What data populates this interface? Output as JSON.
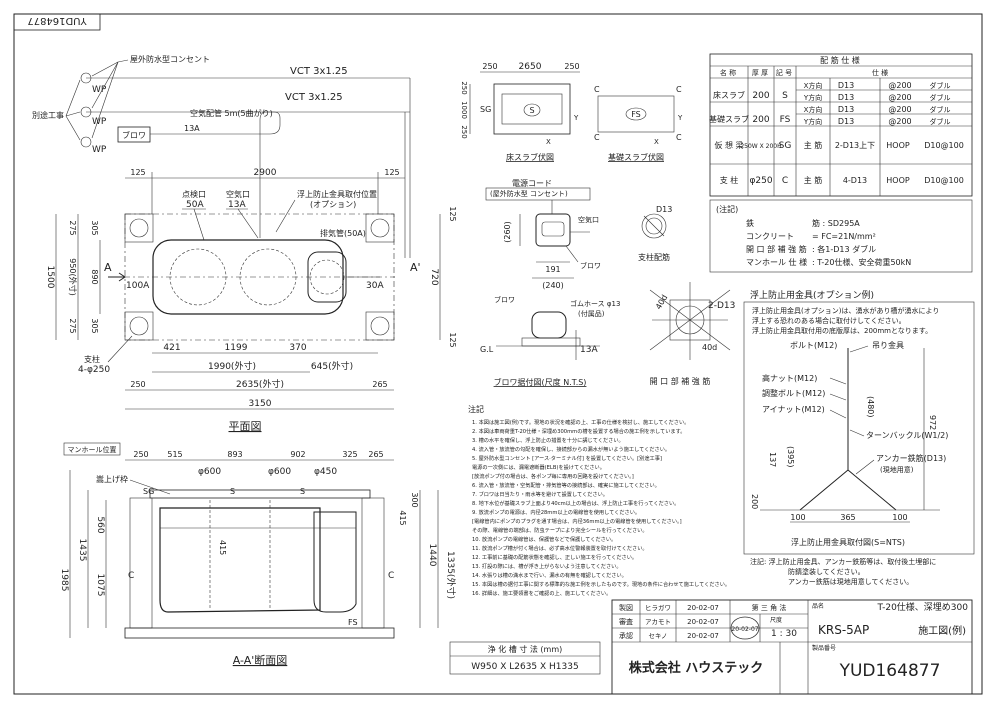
{
  "drawing_number_stamp": "YUD164877",
  "plan_view": {
    "title": "平面図",
    "outdoor_outlet": "屋外防水型コンセント",
    "separate_work": "別途工事",
    "wp": [
      "WP",
      "WP",
      "WP"
    ],
    "vct1": "VCT 3x1.25",
    "vct2": "VCT 3x1.25",
    "blower": "ブロワ",
    "air_pipe": "空気配管 5m(5曲がり)",
    "air_pipe_size": "13A",
    "top_dims": [
      "125",
      "2900",
      "125"
    ],
    "inspection_port": "点検口",
    "inspection_size": "50A",
    "air_port": "空気口",
    "air_port_size": "13A",
    "float_fitting": "浮上防止金具取付位置",
    "float_option": "(オプション)",
    "exhaust": "排気管(50A)",
    "inlet_size": "100A",
    "outlet_size": "30A",
    "left_dims": [
      "1500",
      "275",
      "305",
      "890",
      "950(外寸)",
      "305",
      "275"
    ],
    "right_dims": [
      "125",
      "720",
      "125"
    ],
    "section_a": "A",
    "section_a2": "A'",
    "pillar": "支柱",
    "pillar_spec": "4-φ250",
    "bottom_dims": [
      "421",
      "1199",
      "370",
      "1990(外寸)",
      "645(外寸)",
      "250",
      "2635(外寸)",
      "265",
      "3150"
    ]
  },
  "section_view": {
    "title": "A-A'断面図",
    "manhole_pos": "マンホール位置",
    "raise_frame": "嵩上げ枠",
    "top_dims": [
      "250",
      "515",
      "893",
      "902",
      "325",
      "265"
    ],
    "diameters": [
      "φ600",
      "φ600",
      "φ450"
    ],
    "labels_sg": "SG",
    "labels_s": "S",
    "labels_c": "C",
    "labels_fs": "FS",
    "left_dims": [
      "1985",
      "1435",
      "560",
      "1075"
    ],
    "mid_dim": "415",
    "right_dims": [
      "415",
      "300",
      "1440",
      "1335(外寸)"
    ]
  },
  "floor_slab": {
    "title": "床スラブ伏図",
    "dims": [
      "250",
      "2650",
      "250",
      "250",
      "1000",
      "250"
    ],
    "sg": "SG",
    "s": "S",
    "x": "X",
    "y": "Y"
  },
  "base_slab": {
    "title": "基礎スラブ伏図",
    "fs": "FS",
    "c": "C",
    "x": "X",
    "y": "Y"
  },
  "rebar_table": {
    "header_main": "配 筋 仕 様",
    "headers": [
      "名 称",
      "厚 厚",
      "記 号",
      "仕 様"
    ],
    "rows": [
      [
        "床スラブ",
        "200",
        "S",
        "X方向",
        "D13",
        "@200",
        "ダブル"
      ],
      [
        "",
        "",
        "",
        "Y方向",
        "D13",
        "@200",
        "ダブル"
      ],
      [
        "基礎スラブ",
        "200",
        "FS",
        "X方向",
        "D13",
        "@200",
        "ダブル"
      ],
      [
        "",
        "",
        "",
        "Y方向",
        "D13",
        "@200",
        "ダブル"
      ],
      [
        "仮 想 梁",
        "250W X 200H",
        "SG",
        "主 筋",
        "2-D13上下",
        "HOOP",
        "D10@100"
      ],
      [
        "支 柱",
        "φ250",
        "C",
        "主 筋",
        "4-D13",
        "HOOP",
        "D10@100"
      ]
    ]
  },
  "notes_spec": {
    "title": "(注記)",
    "items": [
      [
        "鉄",
        "筋 : SD295A"
      ],
      [
        "コンクリート",
        "= FC=21N/mm²"
      ],
      [
        "開 口 部 補 強 筋",
        ": 各1-D13 ダブル"
      ],
      [
        "マンホール 仕 様",
        ": T-20仕様、安全荷重50kN"
      ]
    ]
  },
  "blower_detail": {
    "power_cord": "電源コード",
    "outlet": "(屋外防水型 コンセント)",
    "air_port": "空気口",
    "blower": "ブロワ",
    "dims": [
      "(260)",
      "(240)",
      "191"
    ],
    "base_title": "ブロワ据付図(尺度 N.T.S)",
    "rubber_hose": "ゴムホース φ13",
    "attached": "(付属品)",
    "gl": "G.L",
    "size": "13A"
  },
  "pillar_rebar": {
    "title": "支柱配筋",
    "spec": "D13"
  },
  "opening_rebar": {
    "title": "開 口 部 補 強 筋",
    "spec": "2-D13",
    "d1": "40d",
    "d2": "40d"
  },
  "float_detail": {
    "title": "浮上防止用金具(オプション例)",
    "desc": [
      "浮上防止用金具(オプション)は、湧水があり槽が湧水により",
      "浮上する恐れのある場合に取付けしてください。",
      "浮上防止用金具取付用の底版厚は、200mmとなります。"
    ],
    "bolt": "ボルト(M12)",
    "hanger": "吊り金具",
    "high_nut": "高ナット(M12)",
    "adjust_bolt": "調整ボルト(M12)",
    "eye_nut": "アイナット(M12)",
    "turnbuckle": "ターンバックル(W1/2)",
    "anchor": "アンカー鉄筋(D13)",
    "anchor_site": "(現地用意)",
    "dims": [
      "(480)",
      "972",
      "137",
      "(395)",
      "200",
      "100",
      "365",
      "100"
    ],
    "sub_title": "浮上防止用金具取付図(S=NTS)",
    "note": [
      "注記: 浮上防止用金具、アンカー鉄筋等は、取付後土埋部に",
      "防錆塗装してください。",
      "アンカー鉄筋は現地用意してください。"
    ]
  },
  "general_notes": {
    "title": "注記",
    "lines": [
      "1. 本図は施工図(例)です。現地の状況を確認の上、工事の仕様を検討し、施工してください。",
      "2. 本図は車両荷重T-20仕様・深埋め300mmの槽を設置する場合の施工例を示しています。",
      "3. 槽の水平を確保し、浮上防止の措置を十分に講じてください。",
      "4. 流入管・放流管の勾配を確保し、接続部からの漏水が無いよう施工してください。",
      "5. 屋外防水型コンセント [アース·ターミナル付] を設置してください。[別途工事]",
      "   電源の一次側には、漏電遮断器(ELB)を設けてください。",
      "   [放流ポンプ付の場合は、各ポンプ毎に専用の回路を設けてください。]",
      "6. 流入管・放流管・空気配管・排気管等の接続部は、確実に施工してください。",
      "7. ブロワは日当たり・雨水等を避けて設置してください。",
      "8. 地下水位が基礎スラブ上面より40cm以上の場合は、浮上防止工事を行ってください。",
      "9. 放流ポンプの電源は、内径28mm以上の電線管を使用してください。",
      "   [電線管内にポンプのプラグを通す場合は、内径36mm以上の電線管を使用してください。]",
      "   その際、電線管の端部は、防虫テープにより完全シールを行ってください。",
      "10. 放流ポンプの電線管は、保護管などで保護してください。",
      "11. 放流ポンプ槽が付く場合は、必ず高水位警報装置を取付けてください。",
      "12. 工事前に基礎の配筋状態を確認し、正しい施工を行ってください。",
      "13. 打設の際には、槽が浮き上がらないよう注意してください。",
      "14. 水張りは槽の満水まで行い、漏水の有無を確認してください。",
      "15. 本図は槽の据付工事に関する標準的な施工例を示したものです。現地の条件に合わせて施工してください。",
      "16. 詳細は、施工要領書をご確認の上、施工してください。"
    ]
  },
  "tank_size": {
    "label": "浄 化 槽 寸 法 (mm)",
    "value": "W950 X L2635 X H1335"
  },
  "title_block": {
    "roles": [
      "製図",
      "審査",
      "承認"
    ],
    "names": [
      "ヒラガワ",
      "アカモト",
      "セキノ"
    ],
    "dates": [
      "20-02-07",
      "20-02-07",
      "20-02-07"
    ],
    "projection": "第 三 角 法",
    "scale_label": "尺度",
    "scale": "1 : 30",
    "approval_date": "20-02-07",
    "product_label": "品名",
    "spec": "T-20仕様、深埋め300",
    "product": "KRS-5AP",
    "drawing_type": "施工図(例)",
    "company": "株式会社 ハウステック",
    "dwg_no_label": "製品番号",
    "dwg_no": "YUD164877"
  }
}
